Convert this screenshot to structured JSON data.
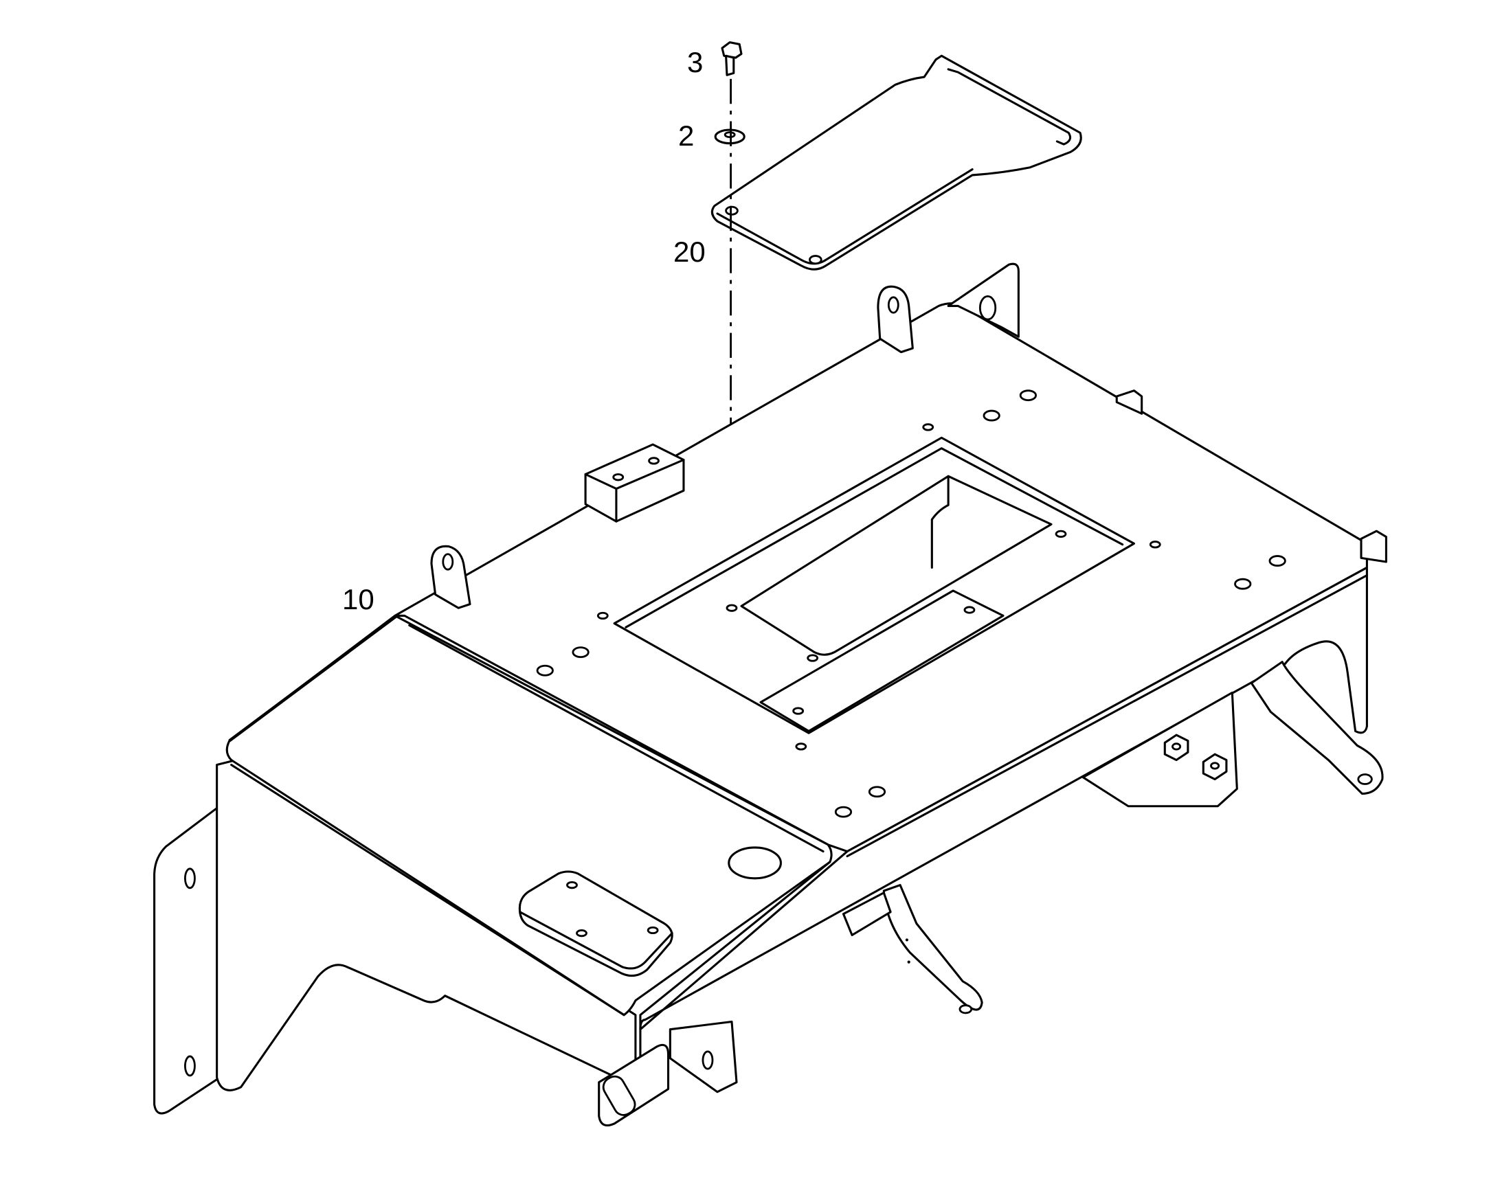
{
  "diagram": {
    "callouts": {
      "part_3": "3",
      "part_2": "2",
      "part_20": "20",
      "part_10": "10"
    },
    "line_color": "#000000",
    "background": "#ffffff"
  }
}
